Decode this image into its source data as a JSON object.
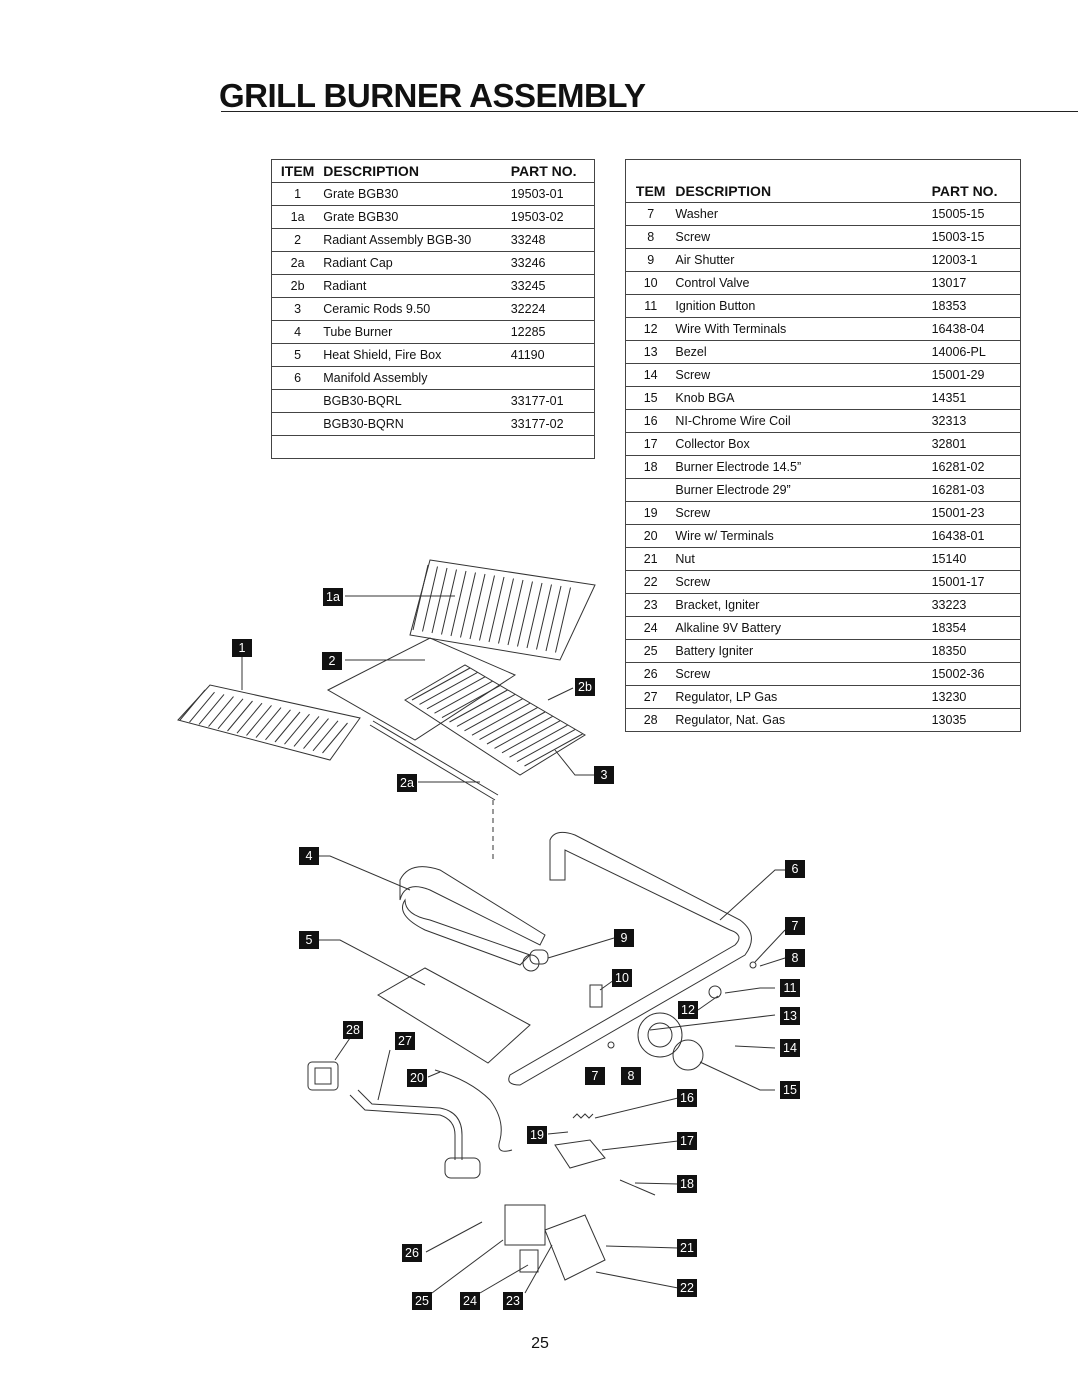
{
  "title": "GRILL BURNER ASSEMBLY",
  "table1": {
    "headers": {
      "item": "ITEM",
      "description": "DESCRIPTION",
      "part_no": "PART NO."
    },
    "rows": [
      {
        "item": "1",
        "description": "Grate BGB30",
        "part_no": "19503-01"
      },
      {
        "item": "1a",
        "description": "Grate BGB30",
        "part_no": "19503-02"
      },
      {
        "item": "2",
        "description": "Radiant Assembly BGB-30",
        "part_no": "33248"
      },
      {
        "item": "2a",
        "description": "Radiant Cap",
        "part_no": "33246"
      },
      {
        "item": "2b",
        "description": "Radiant",
        "part_no": "33245"
      },
      {
        "item": "3",
        "description": "Ceramic Rods 9.50",
        "part_no": "32224"
      },
      {
        "item": "4",
        "description": "Tube Burner",
        "part_no": "12285"
      },
      {
        "item": "5",
        "description": "Heat Shield, Fire Box",
        "part_no": "41190"
      },
      {
        "item": "6",
        "description": "Manifold Assembly",
        "part_no": ""
      },
      {
        "item": "",
        "description": "BGB30-BQRL",
        "part_no": "33177-01"
      },
      {
        "item": "",
        "description": "BGB30-BQRN",
        "part_no": "33177-02"
      },
      {
        "item": "",
        "description": "",
        "part_no": ""
      }
    ]
  },
  "table2": {
    "headers": {
      "item": "TEM",
      "description": "DESCRIPTION",
      "part_no": "PART NO."
    },
    "rows": [
      {
        "item": "7",
        "description": "Washer",
        "part_no": "15005-15"
      },
      {
        "item": "8",
        "description": "Screw",
        "part_no": "15003-15"
      },
      {
        "item": "9",
        "description": "Air Shutter",
        "part_no": "12003-1"
      },
      {
        "item": "10",
        "description": "Control Valve",
        "part_no": "13017"
      },
      {
        "item": "11",
        "description": "Ignition Button",
        "part_no": "18353"
      },
      {
        "item": "12",
        "description": "Wire With Terminals",
        "part_no": "16438-04"
      },
      {
        "item": "13",
        "description": "Bezel",
        "part_no": "14006-PL"
      },
      {
        "item": "14",
        "description": "Screw",
        "part_no": "15001-29"
      },
      {
        "item": "15",
        "description": "Knob BGA",
        "part_no": "14351"
      },
      {
        "item": "16",
        "description": "NI-Chrome Wire Coil",
        "part_no": "32313"
      },
      {
        "item": "17",
        "description": "Collector Box",
        "part_no": "32801"
      },
      {
        "item": "18",
        "description": "Burner Electrode 14.5”",
        "part_no": "16281-02"
      },
      {
        "item": "",
        "description": "Burner Electrode  29”",
        "part_no": "16281-03"
      },
      {
        "item": "19",
        "description": "Screw",
        "part_no": "15001-23"
      },
      {
        "item": "20",
        "description": "Wire w/ Terminals",
        "part_no": "16438-01"
      },
      {
        "item": "21",
        "description": "Nut",
        "part_no": "15140"
      },
      {
        "item": "22",
        "description": "Screw",
        "part_no": "15001-17"
      },
      {
        "item": "23",
        "description": "Bracket, Igniter",
        "part_no": "33223"
      },
      {
        "item": "24",
        "description": "Alkaline 9V Battery",
        "part_no": "18354"
      },
      {
        "item": "25",
        "description": "Battery Igniter",
        "part_no": "18350"
      },
      {
        "item": "26",
        "description": "Screw",
        "part_no": "15002-36"
      },
      {
        "item": "27",
        "description": "Regulator, LP Gas",
        "part_no": "13230"
      },
      {
        "item": "28",
        "description": "Regulator, Nat. Gas",
        "part_no": "13035"
      }
    ]
  },
  "callouts": {
    "c1": "1",
    "c1a": "1a",
    "c2": "2",
    "c2a": "2a",
    "c2b": "2b",
    "c3": "3",
    "c4": "4",
    "c5": "5",
    "c6": "6",
    "c7": "7",
    "c7b": "7",
    "c8": "8",
    "c8b": "8",
    "c9": "9",
    "c10": "10",
    "c11": "11",
    "c12": "12",
    "c13": "13",
    "c14": "14",
    "c15": "15",
    "c16": "16",
    "c17": "17",
    "c18": "18",
    "c19": "19",
    "c20": "20",
    "c21": "21",
    "c22": "22",
    "c23": "23",
    "c24": "24",
    "c25": "25",
    "c26": "26",
    "c27": "27",
    "c28": "28"
  },
  "page_number": "25"
}
